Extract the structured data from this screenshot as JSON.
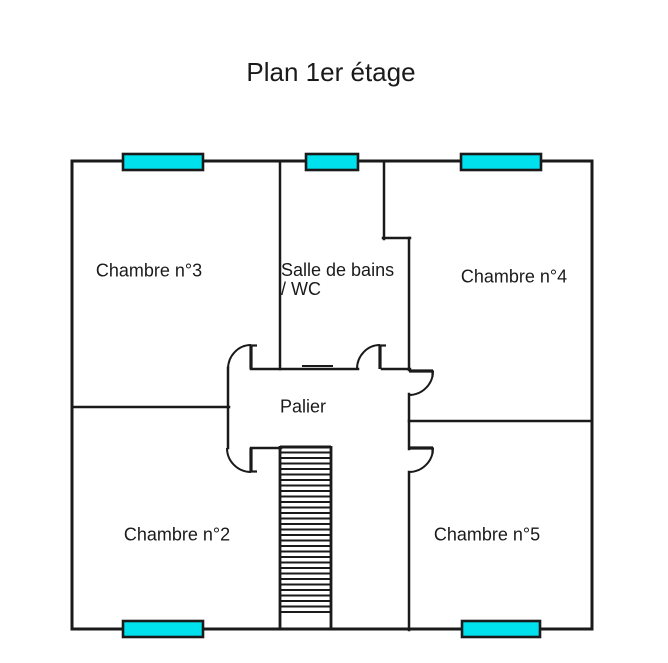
{
  "title": "Plan 1er étage",
  "rooms": {
    "chambre3": {
      "label": "Chambre n°3"
    },
    "salle_de_bains": {
      "label": "Salle de bains",
      "label_line2": "/ WC"
    },
    "chambre4": {
      "label": "Chambre n°4"
    },
    "palier": {
      "label": "Palier"
    },
    "chambre2": {
      "label": "Chambre n°2"
    },
    "chambre5": {
      "label": "Chambre n°5"
    }
  },
  "features": {
    "windows_top": [
      "chambre3",
      "salle_de_bains",
      "chambre4"
    ],
    "windows_bottom": [
      "chambre2",
      "chambre5"
    ],
    "doors": [
      "chambre3",
      "salle_de_bains",
      "chambre2",
      "chambre4",
      "chambre5"
    ],
    "staircase": "staircase"
  },
  "colors": {
    "wall": "#1a1a1a",
    "window_fill": "#00e1ee",
    "background": "#ffffff",
    "text": "#1a1a1a"
  }
}
